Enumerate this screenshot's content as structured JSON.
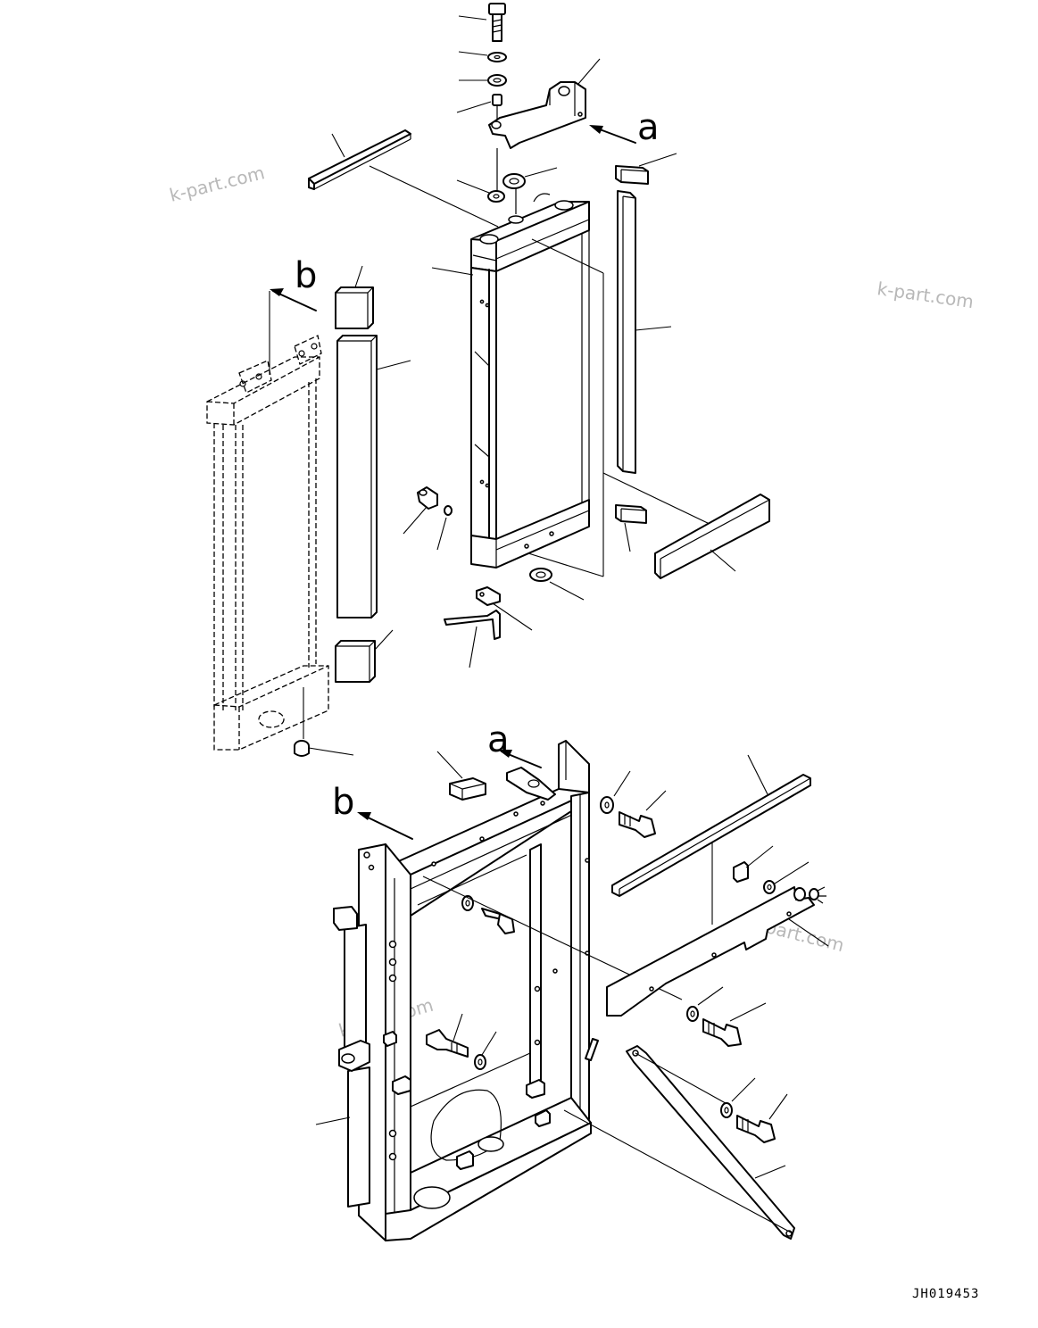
{
  "diagram": {
    "callouts": {
      "a_upper": "a",
      "b_upper": "b",
      "a_lower": "a",
      "b_lower": "b"
    },
    "watermarks": [
      "k-part.com",
      "k-part.com",
      "k-part.com",
      "k-part.com"
    ],
    "drawing_code": "JH019453"
  }
}
